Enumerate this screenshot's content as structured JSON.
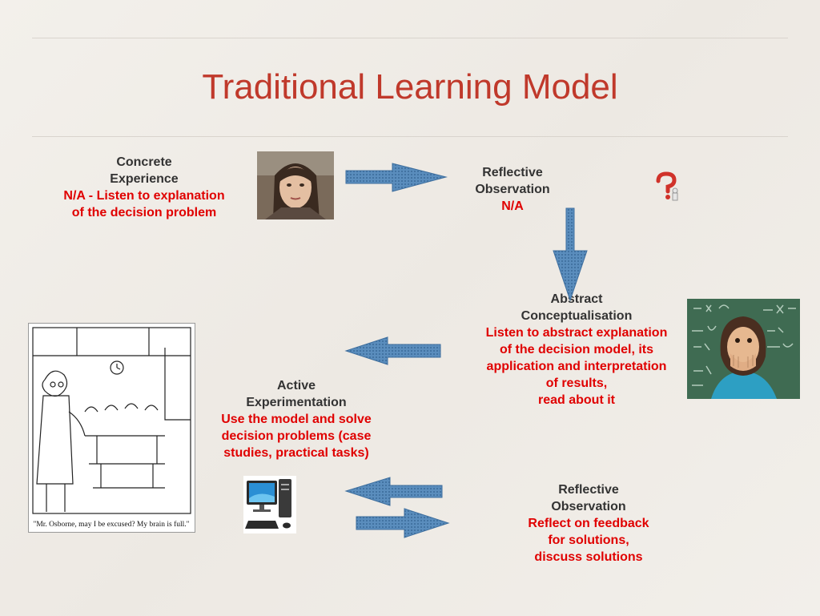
{
  "title": "Traditional Learning Model",
  "concrete": {
    "heading": [
      "Concrete",
      "Experience"
    ],
    "detail": [
      "N/A - Listen to explanation",
      "of  the decision problem"
    ]
  },
  "reflective_top": {
    "heading": [
      "Reflective",
      "Observation"
    ],
    "detail": [
      "N/A"
    ]
  },
  "abstract": {
    "heading": [
      "Abstract",
      "Conceptualisation"
    ],
    "detail": [
      "Listen to abstract explanation",
      "of the decision model, its",
      "application and interpretation",
      "of results,",
      "read about it"
    ]
  },
  "active": {
    "heading": [
      "Active",
      "Experimentation"
    ],
    "detail": [
      "Use the model and solve",
      "decision problems (case",
      "studies, practical tasks)"
    ]
  },
  "reflective_bottom": {
    "heading": [
      "Reflective",
      "Observation"
    ],
    "detail": [
      "Reflect on feedback",
      "for solutions,",
      "discuss solutions"
    ]
  },
  "cartoon_caption": "\"Mr. Osborne, may I be excused? My brain is full.\"",
  "colors": {
    "title": "#c0392b",
    "highlight": "#e00000",
    "arrow": "#4a7fb0"
  }
}
